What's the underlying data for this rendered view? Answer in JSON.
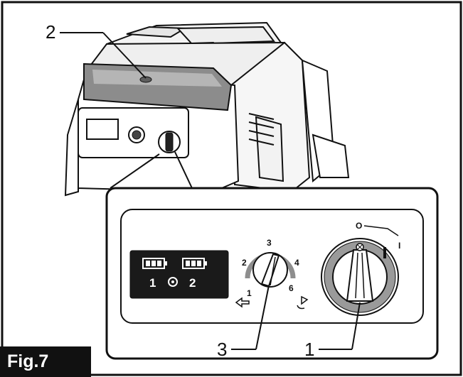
{
  "figure": {
    "label": "Fig.7"
  },
  "callouts": [
    {
      "number": "2",
      "target": "light-lens"
    },
    {
      "number": "3",
      "target": "suction-power-dial"
    },
    {
      "number": "1",
      "target": "power-switch-dial"
    }
  ],
  "battery_display": {
    "slot1": "1",
    "slot2": "2"
  },
  "suction_dial": {
    "marks": [
      "1",
      "2",
      "3",
      "4",
      "6"
    ]
  },
  "power_switch": {
    "marks": [
      "O",
      "I"
    ]
  },
  "colors": {
    "outline": "#111111",
    "fill_gray": "#9a9a9a",
    "light_gray": "#d4d4d4",
    "black_panel": "#1a1a1a"
  },
  "icons": [
    "battery-icon",
    "battery-icon",
    "sync-icon",
    "arrow-left-icon",
    "arrow-right-icon",
    "auto-icon"
  ]
}
